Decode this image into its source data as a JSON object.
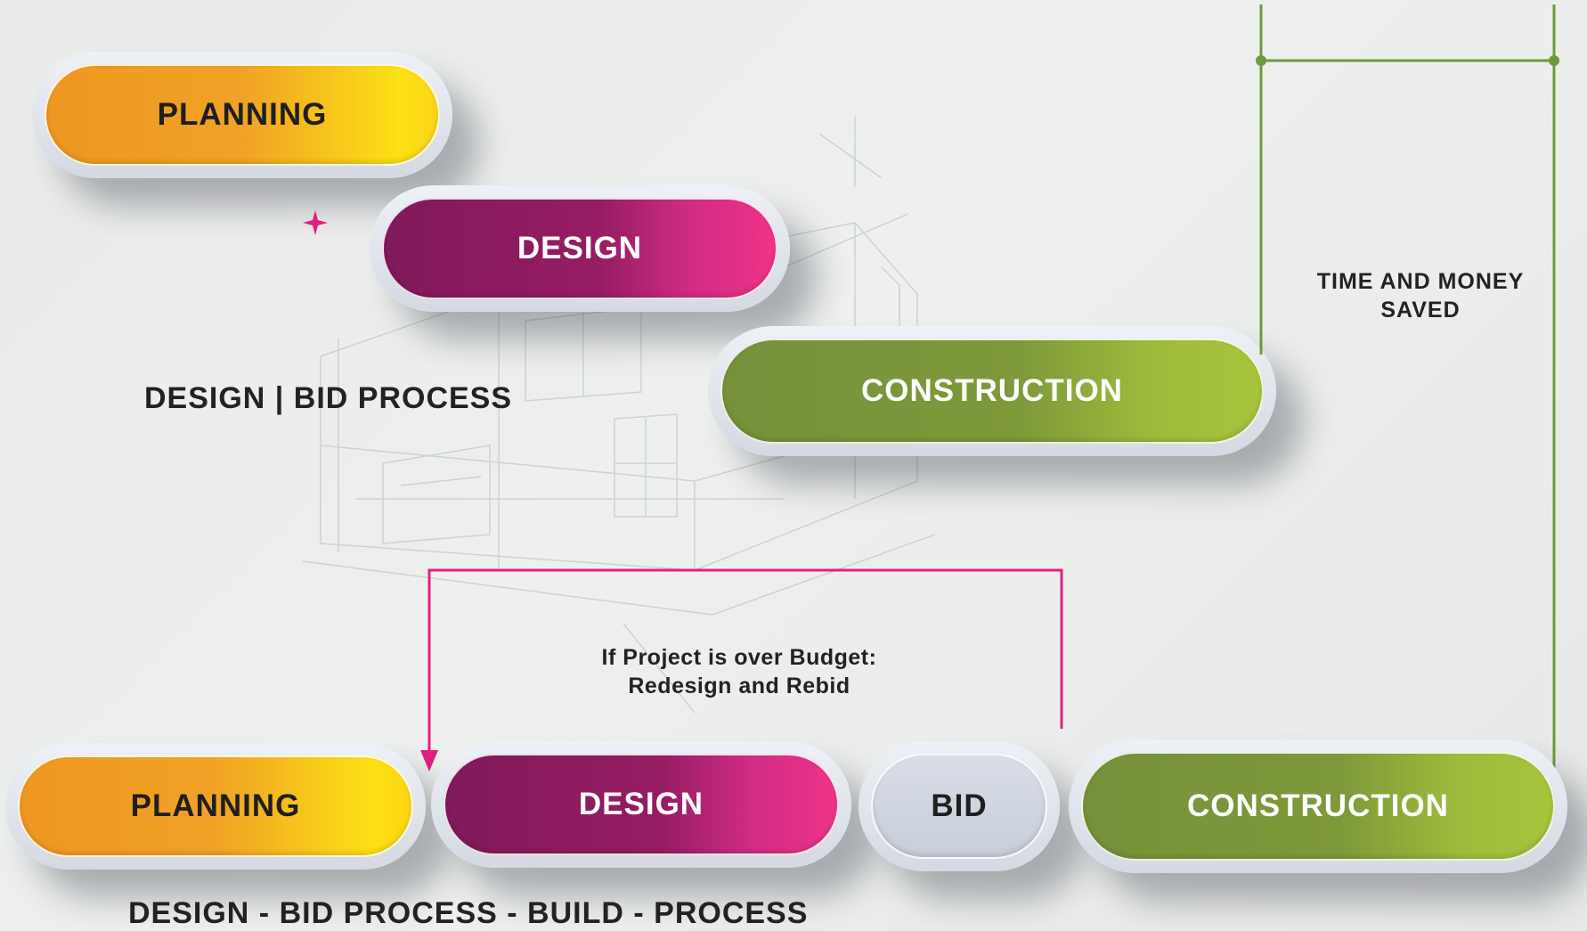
{
  "top_flow": {
    "planning": "PLANNING",
    "design": "DESIGN",
    "construction": "CONSTRUCTION",
    "caption": "DESIGN | BID PROCESS"
  },
  "savings_note": {
    "line1": "TIME AND MONEY",
    "line2": "SAVED"
  },
  "loop_note": {
    "line1": "If Project is over Budget:",
    "line2": "Redesign and Rebid"
  },
  "bottom_flow": {
    "planning": "PLANNING",
    "design": "DESIGN",
    "bid": "BID",
    "construction": "CONSTRUCTION",
    "caption": "DESIGN -  BID PROCESS - BUILD - PROCESS"
  },
  "colors": {
    "planning": "#f0a226",
    "design": "#961c63",
    "construction": "#7e993a",
    "bid": "#cfd4de",
    "accent_pink": "#e0217f",
    "bracket_green": "#6d9a3c"
  }
}
